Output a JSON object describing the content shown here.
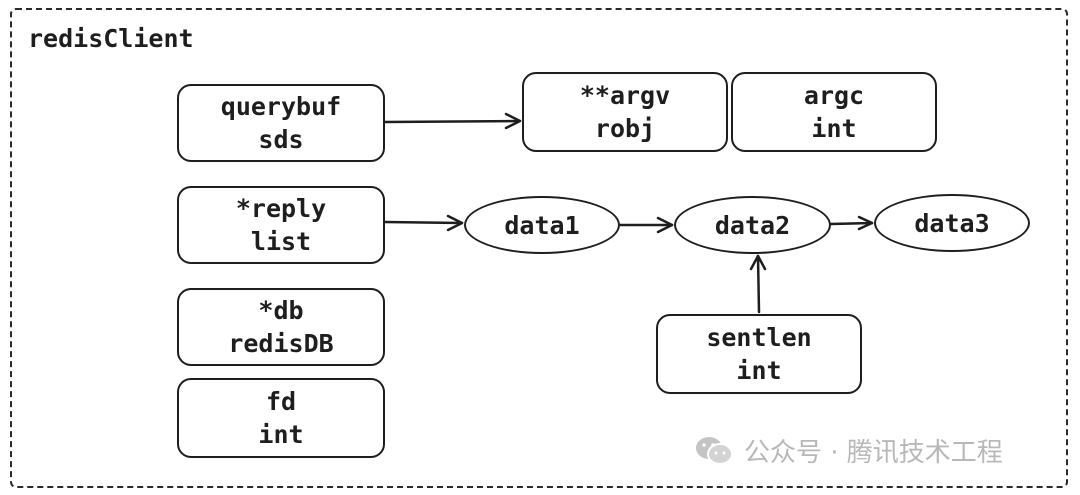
{
  "container": {
    "title": "redisClient"
  },
  "nodes": {
    "querybuf": {
      "name": "querybuf",
      "type": "sds"
    },
    "reply": {
      "name": "*reply",
      "type": "list"
    },
    "db": {
      "name": "*db",
      "type": "redisDB"
    },
    "fd": {
      "name": "fd",
      "type": "int"
    },
    "argv": {
      "name": "**argv",
      "type": "robj"
    },
    "argc": {
      "name": "argc",
      "type": "int"
    },
    "data1": {
      "label": "data1"
    },
    "data2": {
      "label": "data2"
    },
    "data3": {
      "label": "data3"
    },
    "sentlen": {
      "name": "sentlen",
      "type": "int"
    }
  },
  "edges": [
    {
      "from": "querybuf",
      "to": "argv"
    },
    {
      "from": "reply",
      "to": "data1"
    },
    {
      "from": "data1",
      "to": "data2"
    },
    {
      "from": "data2",
      "to": "data3"
    },
    {
      "from": "sentlen",
      "to": "data2"
    }
  ],
  "watermark": {
    "text": "公众号 · 腾讯技术工程",
    "icon": "wechat-icon"
  },
  "colors": {
    "stroke": "#1e1e1e",
    "background": "#ffffff",
    "watermark": "#b8b8b8"
  }
}
